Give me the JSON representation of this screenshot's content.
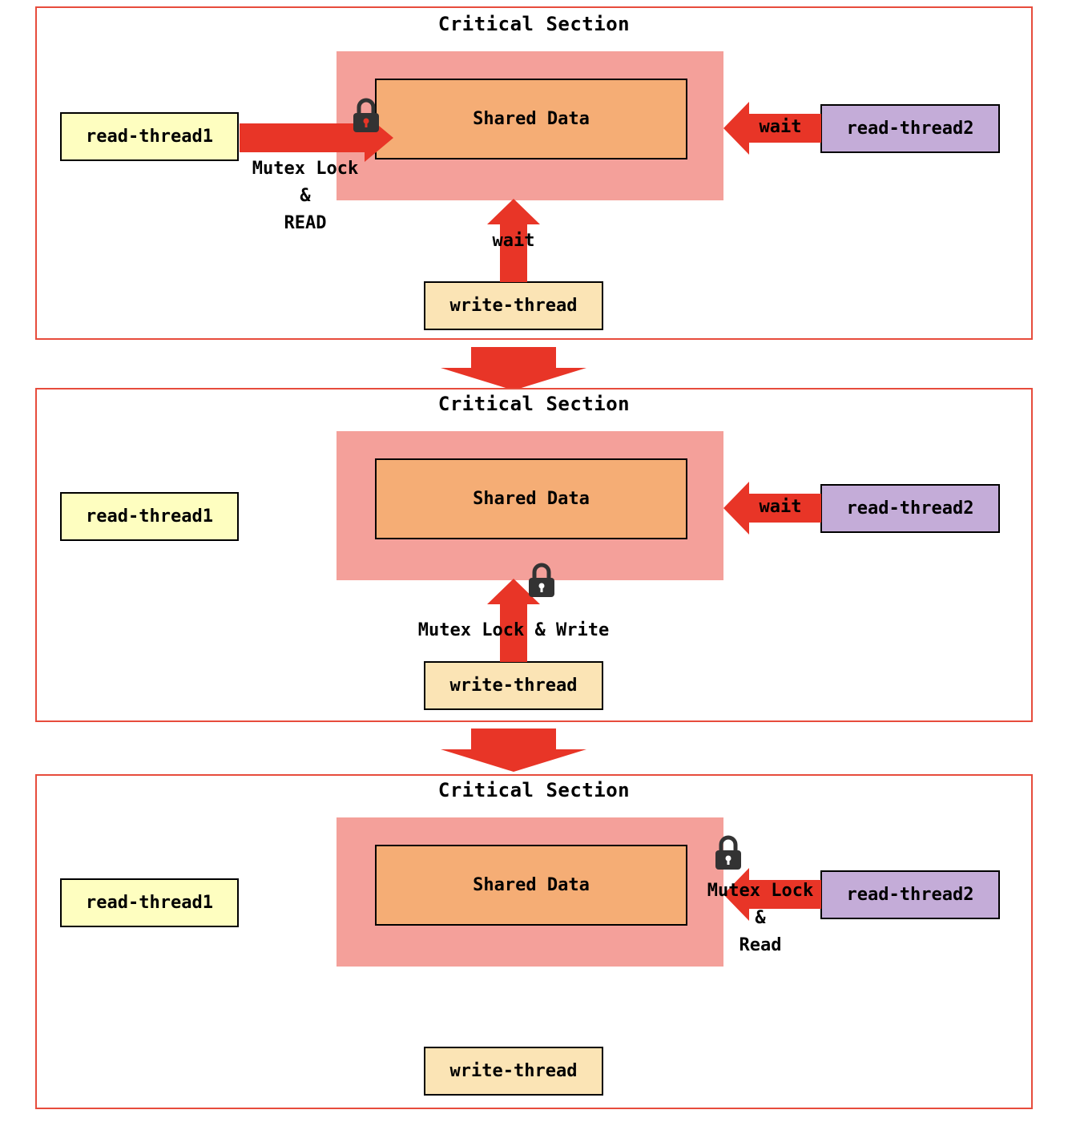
{
  "colors": {
    "frame_border": "#e74c3c",
    "arrow": "#e83527",
    "critical_section_fill": "#f4a09a",
    "shared_data_fill": "#f5ad75",
    "read_thread1_fill": "#fefec0",
    "read_thread2_fill": "#c4acd8",
    "write_thread_fill": "#fbe4b5",
    "lock_icon": "#333333"
  },
  "panels": [
    {
      "title": "Critical Section",
      "shared_data": "Shared Data",
      "read_thread1": "read-thread1",
      "read_thread2": "read-thread2",
      "write_thread": "write-thread",
      "read1_label": [
        "Mutex Lock",
        "&",
        "READ"
      ],
      "read2_label": "wait",
      "write_label": "wait",
      "lock_holder": "read-thread1"
    },
    {
      "title": "Critical Section",
      "shared_data": "Shared Data",
      "read_thread1": "read-thread1",
      "read_thread2": "read-thread2",
      "write_thread": "write-thread",
      "read2_label": "wait",
      "write_label": "Mutex Lock & Write",
      "lock_holder": "write-thread"
    },
    {
      "title": "Critical Section",
      "shared_data": "Shared Data",
      "read_thread1": "read-thread1",
      "read_thread2": "read-thread2",
      "write_thread": "write-thread",
      "read2_label": [
        "Mutex Lock",
        "&",
        "Read"
      ],
      "lock_holder": "read-thread2"
    }
  ]
}
